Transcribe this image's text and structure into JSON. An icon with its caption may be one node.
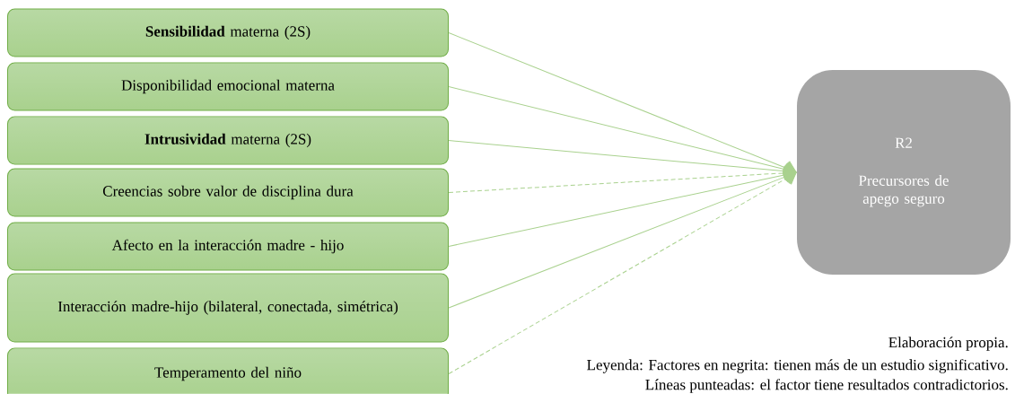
{
  "diagram": {
    "nodes": [
      {
        "text": [
          "**Sensibilidad** materna (2S)"
        ]
      },
      {
        "text": [
          "Disponibilidad emocional materna"
        ]
      },
      {
        "text": [
          "**Intrusividad** materna (2S)"
        ]
      },
      {
        "text": [
          "Creencias sobre valor de disciplina dura"
        ]
      },
      {
        "text": [
          "Afecto en la interacción madre - hijo"
        ]
      },
      {
        "text": [
          "Interacción madre-hijo (bilateral, conectada, simétrica)"
        ]
      },
      {
        "text": [
          "Temperamento del niño"
        ]
      },
      {
        "text": [
          "R2",
          "Precursores de apego seguro"
        ]
      }
    ],
    "edges": [
      {
        "from": 0,
        "to": 7,
        "arrow": "to"
      },
      {
        "from": 1,
        "to": 7,
        "arrow": "to"
      },
      {
        "from": 2,
        "to": 7,
        "arrow": "to"
      },
      {
        "from": 3,
        "to": 7,
        "arrow": "to",
        "style": "dashed"
      },
      {
        "from": 4,
        "to": 7,
        "arrow": "to"
      },
      {
        "from": 5,
        "to": 7,
        "arrow": "to"
      },
      {
        "from": 6,
        "to": 7,
        "arrow": "to",
        "style": "dashed"
      }
    ],
    "labels": [
      "Elaboración propia.",
      "Leyenda: Factores en negrita: tienen más de un estudio significativo.",
      "Líneas punteadas: el factor tiene resultados contradictorios."
    ]
  }
}
